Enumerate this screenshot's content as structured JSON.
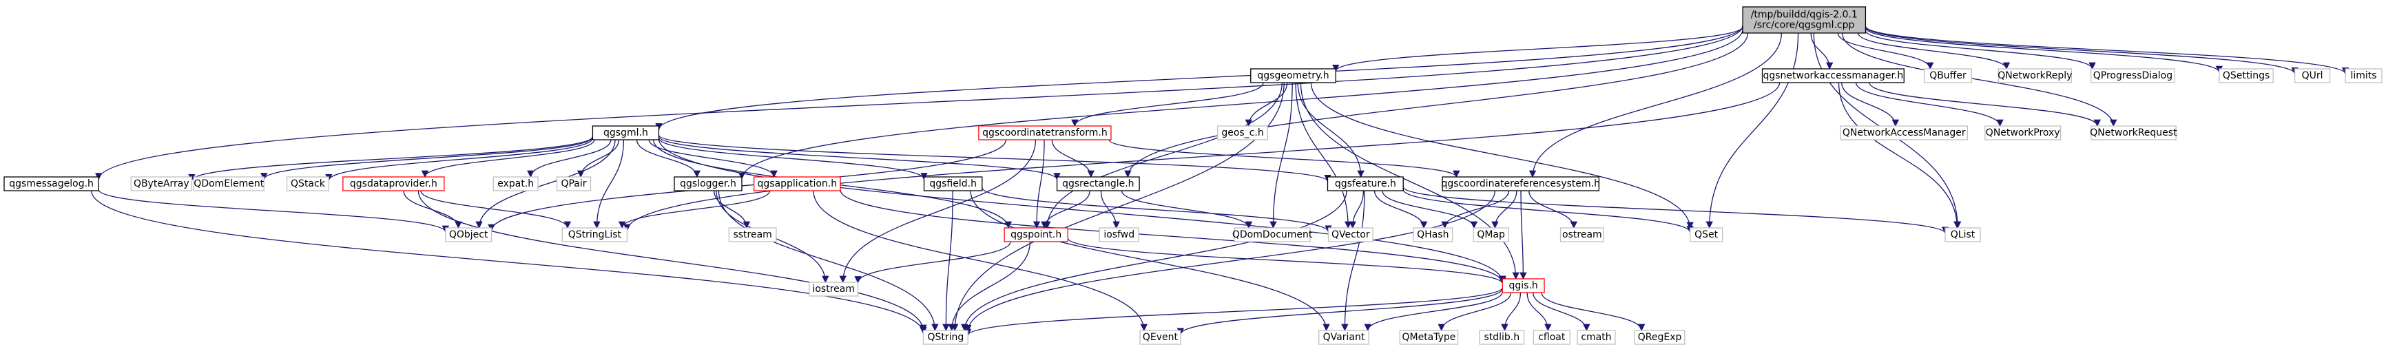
{
  "colors": {
    "edge": "#191970",
    "root_fill": "#bfbfbf",
    "root_border": "#000000",
    "internal_border": "#000000",
    "internal_fill": "#ffffff",
    "highlight_border": "#ff0000",
    "external_border": "#bfbfbf",
    "external_fill": "#ffffff",
    "text": "#000000"
  },
  "graph": {
    "root": "qgsgml_cpp",
    "nodes": [
      {
        "id": "qgsgml_cpp",
        "lines": [
          "/tmp/buildd/qgis-2.0.1",
          "/src/core/qgsgml.cpp"
        ],
        "kind": "root"
      },
      {
        "id": "qgsgml_h",
        "lines": [
          "qgsgml.h"
        ],
        "kind": "internal"
      },
      {
        "id": "qgsmessagelog_h",
        "lines": [
          "qgsmessagelog.h"
        ],
        "kind": "internal"
      },
      {
        "id": "qgsgeometry_h",
        "lines": [
          "qgsgeometry.h"
        ],
        "kind": "internal"
      },
      {
        "id": "qgsnetworkaccessmanager_h",
        "lines": [
          "qgsnetworkaccessmanager.h"
        ],
        "kind": "internal"
      },
      {
        "id": "QBuffer",
        "lines": [
          "QBuffer"
        ],
        "kind": "external"
      },
      {
        "id": "QNetworkReply",
        "lines": [
          "QNetworkReply"
        ],
        "kind": "external"
      },
      {
        "id": "QProgressDialog",
        "lines": [
          "QProgressDialog"
        ],
        "kind": "external"
      },
      {
        "id": "QSettings",
        "lines": [
          "QSettings"
        ],
        "kind": "external"
      },
      {
        "id": "QUrl",
        "lines": [
          "QUrl"
        ],
        "kind": "external"
      },
      {
        "id": "limits",
        "lines": [
          "limits"
        ],
        "kind": "external"
      },
      {
        "id": "geos_c_h",
        "lines": [
          "geos_c.h"
        ],
        "kind": "external"
      },
      {
        "id": "qgscoordinatetransform_h",
        "lines": [
          "qgscoordinatetransform.h"
        ],
        "kind": "highlight"
      },
      {
        "id": "QNetworkAccessManager",
        "lines": [
          "QNetworkAccessManager"
        ],
        "kind": "external"
      },
      {
        "id": "QNetworkProxy",
        "lines": [
          "QNetworkProxy"
        ],
        "kind": "external"
      },
      {
        "id": "QNetworkRequest",
        "lines": [
          "QNetworkRequest"
        ],
        "kind": "external"
      },
      {
        "id": "QByteArray",
        "lines": [
          "QByteArray"
        ],
        "kind": "external"
      },
      {
        "id": "QDomElement",
        "lines": [
          "QDomElement"
        ],
        "kind": "external"
      },
      {
        "id": "QStack",
        "lines": [
          "QStack"
        ],
        "kind": "external"
      },
      {
        "id": "qgsdataprovider_h",
        "lines": [
          "qgsdataprovider.h"
        ],
        "kind": "highlight"
      },
      {
        "id": "expat_h",
        "lines": [
          "expat.h"
        ],
        "kind": "external"
      },
      {
        "id": "QPair",
        "lines": [
          "QPair"
        ],
        "kind": "external"
      },
      {
        "id": "qgslogger_h",
        "lines": [
          "qgslogger.h"
        ],
        "kind": "internal"
      },
      {
        "id": "qgsapplication_h",
        "lines": [
          "qgsapplication.h"
        ],
        "kind": "highlight"
      },
      {
        "id": "qgsfield_h",
        "lines": [
          "qgsfield.h"
        ],
        "kind": "internal"
      },
      {
        "id": "qgsrectangle_h",
        "lines": [
          "qgsrectangle.h"
        ],
        "kind": "internal"
      },
      {
        "id": "qgsfeature_h",
        "lines": [
          "qgsfeature.h"
        ],
        "kind": "internal"
      },
      {
        "id": "qgscoordinatereferencesystem_h",
        "lines": [
          "qgscoordinatereferencesystem.h"
        ],
        "kind": "internal"
      },
      {
        "id": "QObject",
        "lines": [
          "QObject"
        ],
        "kind": "external"
      },
      {
        "id": "QStringList",
        "lines": [
          "QStringList"
        ],
        "kind": "external"
      },
      {
        "id": "sstream",
        "lines": [
          "sstream"
        ],
        "kind": "external"
      },
      {
        "id": "iosfwd",
        "lines": [
          "iosfwd"
        ],
        "kind": "external"
      },
      {
        "id": "QDomDocument",
        "lines": [
          "QDomDocument"
        ],
        "kind": "external"
      },
      {
        "id": "QVector",
        "lines": [
          "QVector"
        ],
        "kind": "external"
      },
      {
        "id": "QHash",
        "lines": [
          "QHash"
        ],
        "kind": "external"
      },
      {
        "id": "QMap",
        "lines": [
          "QMap"
        ],
        "kind": "external"
      },
      {
        "id": "ostream",
        "lines": [
          "ostream"
        ],
        "kind": "external"
      },
      {
        "id": "QSet",
        "lines": [
          "QSet"
        ],
        "kind": "external"
      },
      {
        "id": "QList",
        "lines": [
          "QList"
        ],
        "kind": "external"
      },
      {
        "id": "qgspoint_h",
        "lines": [
          "qgspoint.h"
        ],
        "kind": "highlight"
      },
      {
        "id": "iostream",
        "lines": [
          "iostream"
        ],
        "kind": "external"
      },
      {
        "id": "qgis_h",
        "lines": [
          "qgis.h"
        ],
        "kind": "highlight"
      },
      {
        "id": "QString",
        "lines": [
          "QString"
        ],
        "kind": "external"
      },
      {
        "id": "QEvent",
        "lines": [
          "QEvent"
        ],
        "kind": "external"
      },
      {
        "id": "QVariant",
        "lines": [
          "QVariant"
        ],
        "kind": "external"
      },
      {
        "id": "QMetaType",
        "lines": [
          "QMetaType"
        ],
        "kind": "external"
      },
      {
        "id": "stdlib_h",
        "lines": [
          "stdlib.h"
        ],
        "kind": "external"
      },
      {
        "id": "cfloat",
        "lines": [
          "cfloat"
        ],
        "kind": "external"
      },
      {
        "id": "cmath",
        "lines": [
          "cmath"
        ],
        "kind": "external"
      },
      {
        "id": "QRegExp",
        "lines": [
          "QRegExp"
        ],
        "kind": "external"
      }
    ],
    "edges": [
      [
        "qgsgml_cpp",
        "qgsgml_h"
      ],
      [
        "qgsgml_cpp",
        "qgsmessagelog_h"
      ],
      [
        "qgsgml_cpp",
        "qgsgeometry_h"
      ],
      [
        "qgsgml_cpp",
        "qgsnetworkaccessmanager_h"
      ],
      [
        "qgsgml_cpp",
        "QBuffer"
      ],
      [
        "qgsgml_cpp",
        "QNetworkReply"
      ],
      [
        "qgsgml_cpp",
        "QProgressDialog"
      ],
      [
        "qgsgml_cpp",
        "QSettings"
      ],
      [
        "qgsgml_cpp",
        "QUrl"
      ],
      [
        "qgsgml_cpp",
        "limits"
      ],
      [
        "qgsgml_cpp",
        "QNetworkRequest"
      ],
      [
        "qgsgml_cpp",
        "qgslogger_h"
      ],
      [
        "qgsgml_cpp",
        "qgsrectangle_h"
      ],
      [
        "qgsgml_cpp",
        "qgscoordinatereferencesystem_h"
      ],
      [
        "qgsgml_cpp",
        "QSet"
      ],
      [
        "qgsgml_cpp",
        "QList"
      ],
      [
        "qgsgml_h",
        "QByteArray"
      ],
      [
        "qgsgml_h",
        "QDomElement"
      ],
      [
        "qgsgml_h",
        "QStack"
      ],
      [
        "qgsgml_h",
        "qgsdataprovider_h"
      ],
      [
        "qgsgml_h",
        "expat_h"
      ],
      [
        "qgsgml_h",
        "QPair"
      ],
      [
        "qgsgml_h",
        "qgslogger_h"
      ],
      [
        "qgsgml_h",
        "qgsapplication_h"
      ],
      [
        "qgsgml_h",
        "qgsfield_h"
      ],
      [
        "qgsgml_h",
        "qgsrectangle_h"
      ],
      [
        "qgsgml_h",
        "qgsfeature_h"
      ],
      [
        "qgsgml_h",
        "QStringList"
      ],
      [
        "qgsgml_h",
        "QObject"
      ],
      [
        "qgsgml_h",
        "qgspoint_h"
      ],
      [
        "qgsgml_h",
        "qgis_h"
      ],
      [
        "qgsmessagelog_h",
        "QObject"
      ],
      [
        "qgsmessagelog_h",
        "QString"
      ],
      [
        "qgsgeometry_h",
        "geos_c_h"
      ],
      [
        "qgsgeometry_h",
        "qgscoordinatetransform_h"
      ],
      [
        "qgsgeometry_h",
        "qgsfeature_h"
      ],
      [
        "qgsgeometry_h",
        "qgspoint_h"
      ],
      [
        "qgsgeometry_h",
        "QDomDocument"
      ],
      [
        "qgsgeometry_h",
        "QVector"
      ],
      [
        "qgsgeometry_h",
        "QSet"
      ],
      [
        "qgsgeometry_h",
        "QString"
      ],
      [
        "qgsgeometry_h",
        "qgis_h"
      ],
      [
        "qgsnetworkaccessmanager_h",
        "QNetworkAccessManager"
      ],
      [
        "qgsnetworkaccessmanager_h",
        "QNetworkProxy"
      ],
      [
        "qgsnetworkaccessmanager_h",
        "QNetworkRequest"
      ],
      [
        "qgsnetworkaccessmanager_h",
        "QList"
      ],
      [
        "qgsnetworkaccessmanager_h",
        "QStringList"
      ],
      [
        "qgscoordinatetransform_h",
        "QObject"
      ],
      [
        "qgscoordinatetransform_h",
        "qgsrectangle_h"
      ],
      [
        "qgscoordinatetransform_h",
        "qgspoint_h"
      ],
      [
        "qgscoordinatetransform_h",
        "qgscoordinatereferencesystem_h"
      ],
      [
        "qgscoordinatetransform_h",
        "iostream"
      ],
      [
        "qgsdataprovider_h",
        "QObject"
      ],
      [
        "qgsdataprovider_h",
        "QString"
      ],
      [
        "qgsdataprovider_h",
        "QStringList"
      ],
      [
        "qgslogger_h",
        "iostream"
      ],
      [
        "qgslogger_h",
        "sstream"
      ],
      [
        "qgslogger_h",
        "QString"
      ],
      [
        "qgsapplication_h",
        "QEvent"
      ],
      [
        "qgsapplication_h",
        "QStringList"
      ],
      [
        "qgsapplication_h",
        "qgis_h"
      ],
      [
        "qgsfield_h",
        "QString"
      ],
      [
        "qgsfield_h",
        "QVariant"
      ],
      [
        "qgsfield_h",
        "QVector"
      ],
      [
        "qgsrectangle_h",
        "iosfwd"
      ],
      [
        "qgsrectangle_h",
        "QDomDocument"
      ],
      [
        "qgsrectangle_h",
        "qgspoint_h"
      ],
      [
        "qgsfeature_h",
        "QMap"
      ],
      [
        "qgsfeature_h",
        "QString"
      ],
      [
        "qgsfeature_h",
        "QVariant"
      ],
      [
        "qgsfeature_h",
        "QList"
      ],
      [
        "qgsfeature_h",
        "QHash"
      ],
      [
        "qgsfeature_h",
        "QVector"
      ],
      [
        "qgsfeature_h",
        "QSet"
      ],
      [
        "qgscoordinatereferencesystem_h",
        "ostream"
      ],
      [
        "qgscoordinatereferencesystem_h",
        "QString"
      ],
      [
        "qgscoordinatereferencesystem_h",
        "QMap"
      ],
      [
        "qgscoordinatereferencesystem_h",
        "QHash"
      ],
      [
        "qgscoordinatereferencesystem_h",
        "qgis_h"
      ],
      [
        "qgspoint_h",
        "qgis_h"
      ],
      [
        "qgspoint_h",
        "iostream"
      ],
      [
        "qgspoint_h",
        "QString"
      ],
      [
        "qgis_h",
        "QEvent"
      ],
      [
        "qgis_h",
        "QString"
      ],
      [
        "qgis_h",
        "QVariant"
      ],
      [
        "qgis_h",
        "QMetaType"
      ],
      [
        "qgis_h",
        "stdlib_h"
      ],
      [
        "qgis_h",
        "cfloat"
      ],
      [
        "qgis_h",
        "cmath"
      ],
      [
        "qgis_h",
        "QRegExp"
      ]
    ]
  }
}
